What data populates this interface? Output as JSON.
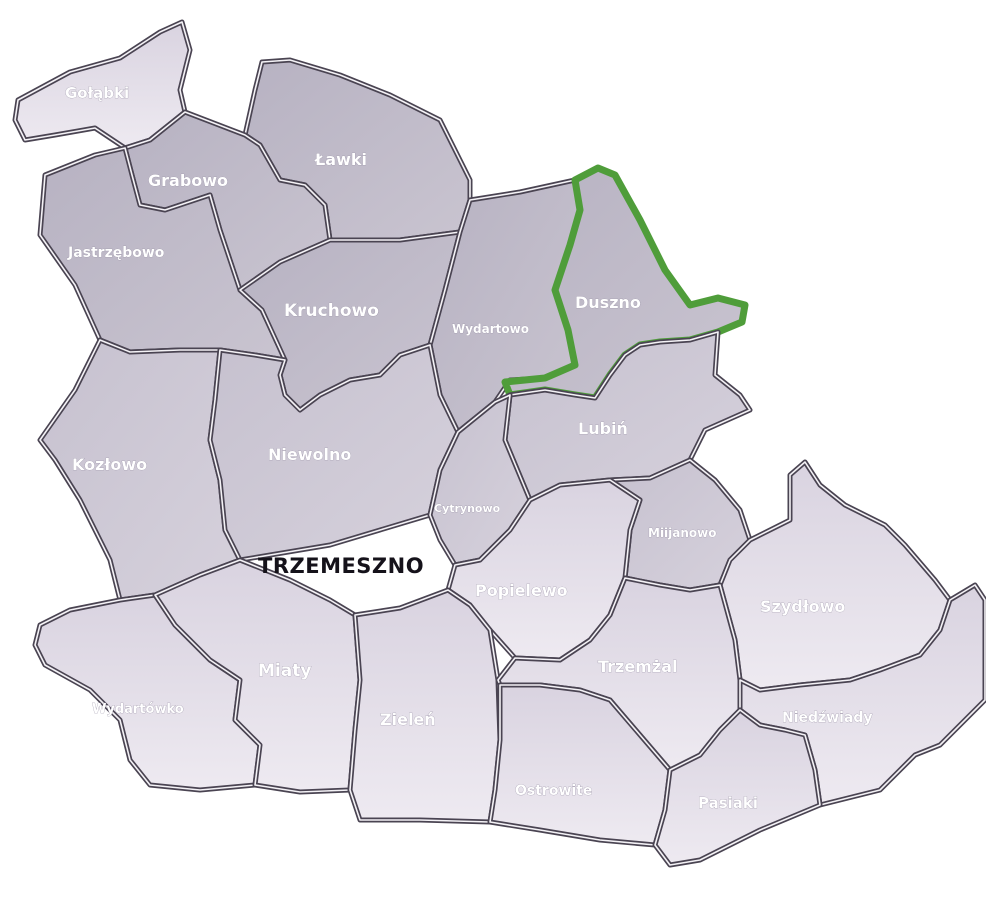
{
  "map": {
    "town": "TRZEMESZNO",
    "highlight_color": "#4f9d3a",
    "colors": {
      "light": "#e7e2ec",
      "medium": "#cbc6d2",
      "dark": "#b4afbd",
      "border": "#4a4452"
    },
    "regions": [
      {
        "id": "golabki",
        "label": "Gołąbki"
      },
      {
        "id": "lawki",
        "label": "Ławki"
      },
      {
        "id": "grabowo",
        "label": "Grabowo"
      },
      {
        "id": "jastrzebowo",
        "label": "Jastrzębowo"
      },
      {
        "id": "kruchowo",
        "label": "Kruchowo"
      },
      {
        "id": "wydartowo",
        "label": "Wydartowo"
      },
      {
        "id": "duszno",
        "label": "Duszno",
        "highlighted": true
      },
      {
        "id": "lubin",
        "label": "Lubiń"
      },
      {
        "id": "kozlowo",
        "label": "Kozłowo"
      },
      {
        "id": "niewolno",
        "label": "Niewolno"
      },
      {
        "id": "cytrynowo",
        "label": "Cytrynowo"
      },
      {
        "id": "miijanowo",
        "label": "Miijanowo"
      },
      {
        "id": "popielewo",
        "label": "Popielewo"
      },
      {
        "id": "szydlowo",
        "label": "Szydłowo"
      },
      {
        "id": "wydartowko",
        "label": "Wydartówko"
      },
      {
        "id": "miaty",
        "label": "Miaty"
      },
      {
        "id": "ziolen",
        "label": "Zieleń"
      },
      {
        "id": "trzemzal",
        "label": "Trzemżal"
      },
      {
        "id": "niedzwiady",
        "label": "Niedźwiady"
      },
      {
        "id": "ostrowite",
        "label": "Ostrowite"
      },
      {
        "id": "pasiaki",
        "label": "Pasiaki"
      }
    ]
  }
}
